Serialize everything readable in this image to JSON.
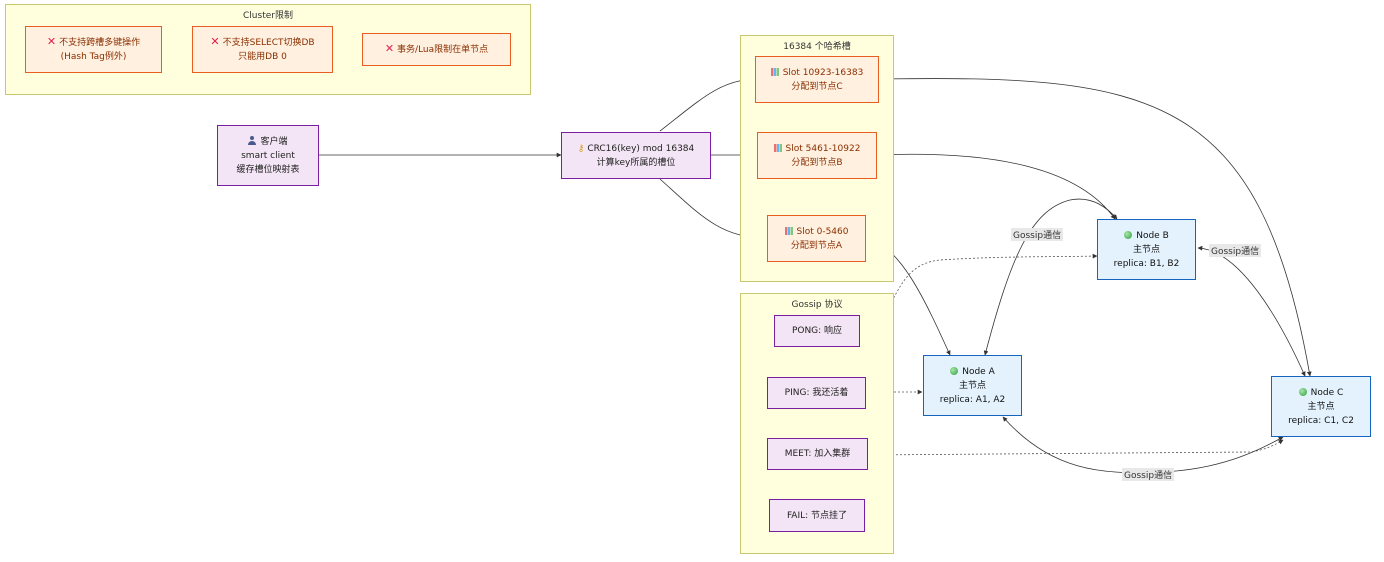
{
  "clusters": {
    "limits": "Cluster限制",
    "slots": "16384 个哈希槽",
    "gossip": "Gossip 协议"
  },
  "limits": {
    "multi_key": [
      "不支持跨槽多键操作",
      "(Hash Tag例外)"
    ],
    "select_db": [
      "不支持SELECT切换DB",
      "只能用DB 0"
    ],
    "transaction": [
      "事务/Lua限制在单节点"
    ]
  },
  "client": [
    "客户端",
    "smart client",
    "缓存槽位映射表"
  ],
  "crc": [
    "CRC16(key) mod 16384",
    "计算key所属的槽位"
  ],
  "slots": {
    "c": [
      "Slot 10923-16383",
      "分配到节点C"
    ],
    "b": [
      "Slot 5461-10922",
      "分配到节点B"
    ],
    "a": [
      "Slot 0-5460",
      "分配到节点A"
    ]
  },
  "gossip_msgs": {
    "pong": "PONG: 响应",
    "ping": "PING: 我还活着",
    "meet": "MEET: 加入集群",
    "fail": "FAIL: 节点挂了"
  },
  "nodes": {
    "a": [
      "Node A",
      "主节点",
      "replica: A1, A2"
    ],
    "b": [
      "Node B",
      "主节点",
      "replica: B1, B2"
    ],
    "c": [
      "Node C",
      "主节点",
      "replica: C1, C2"
    ]
  },
  "edge_labels": {
    "ab": "Gossip通信",
    "bc": "Gossip通信",
    "ac": "Gossip通信"
  },
  "icons": {
    "error": "cross-mark-icon",
    "chart": "bar-chart-icon",
    "node": "green-circle-icon",
    "client": "user-icon",
    "key": "key-icon"
  },
  "colors": {
    "limit_border": "#e85d20",
    "purple_border": "#7b1fa2",
    "node_border": "#1565c0",
    "cluster_fill": "#ffffde"
  }
}
